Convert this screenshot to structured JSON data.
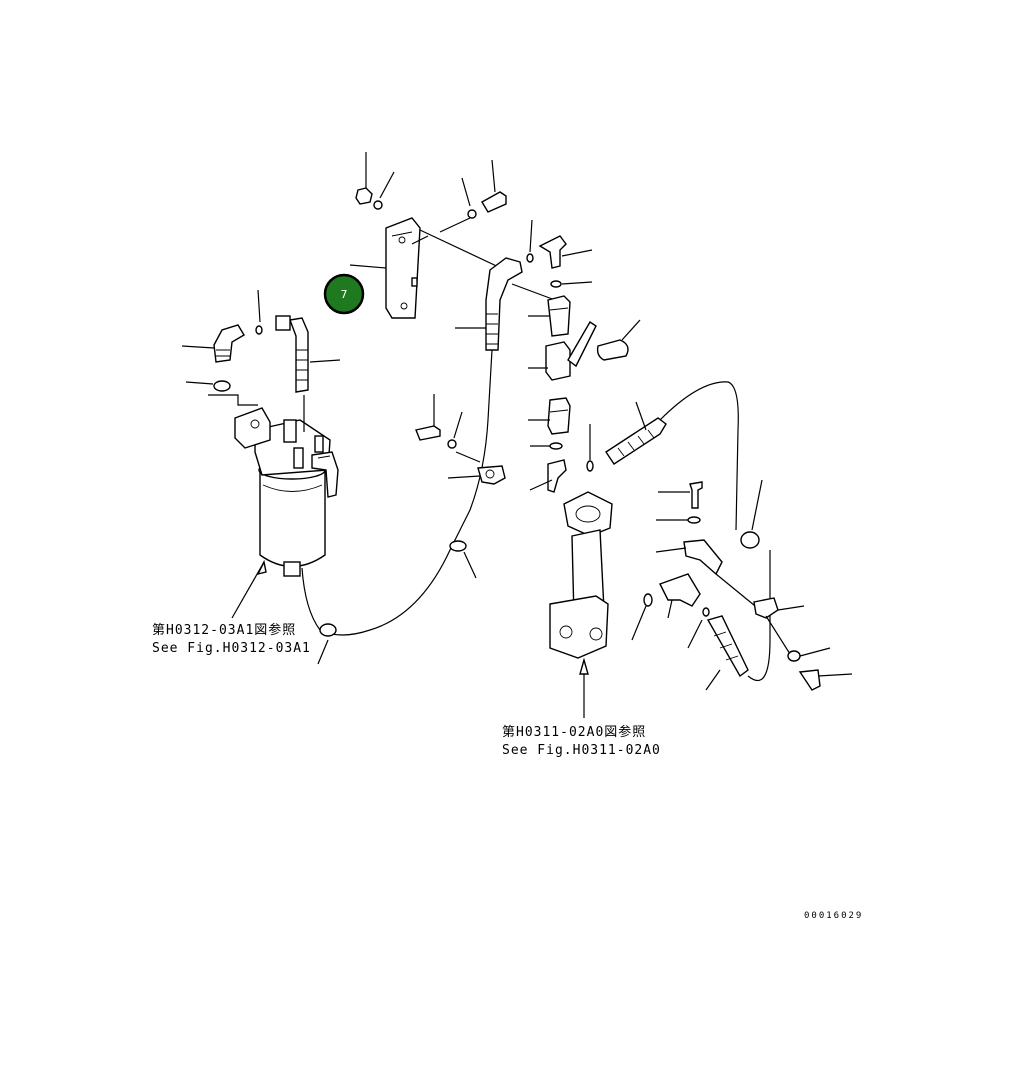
{
  "diagram": {
    "callout": {
      "number": "7",
      "color": "#1f7a1f"
    },
    "references": {
      "filter_ref_jp": "第H0312-03A1図参照",
      "filter_ref_en": "See Fig.H0312-03A1",
      "block_ref_jp": "第H0311-02A0図参照",
      "block_ref_en": "See Fig.H0311-02A0"
    },
    "drawing_number": "00016029"
  }
}
